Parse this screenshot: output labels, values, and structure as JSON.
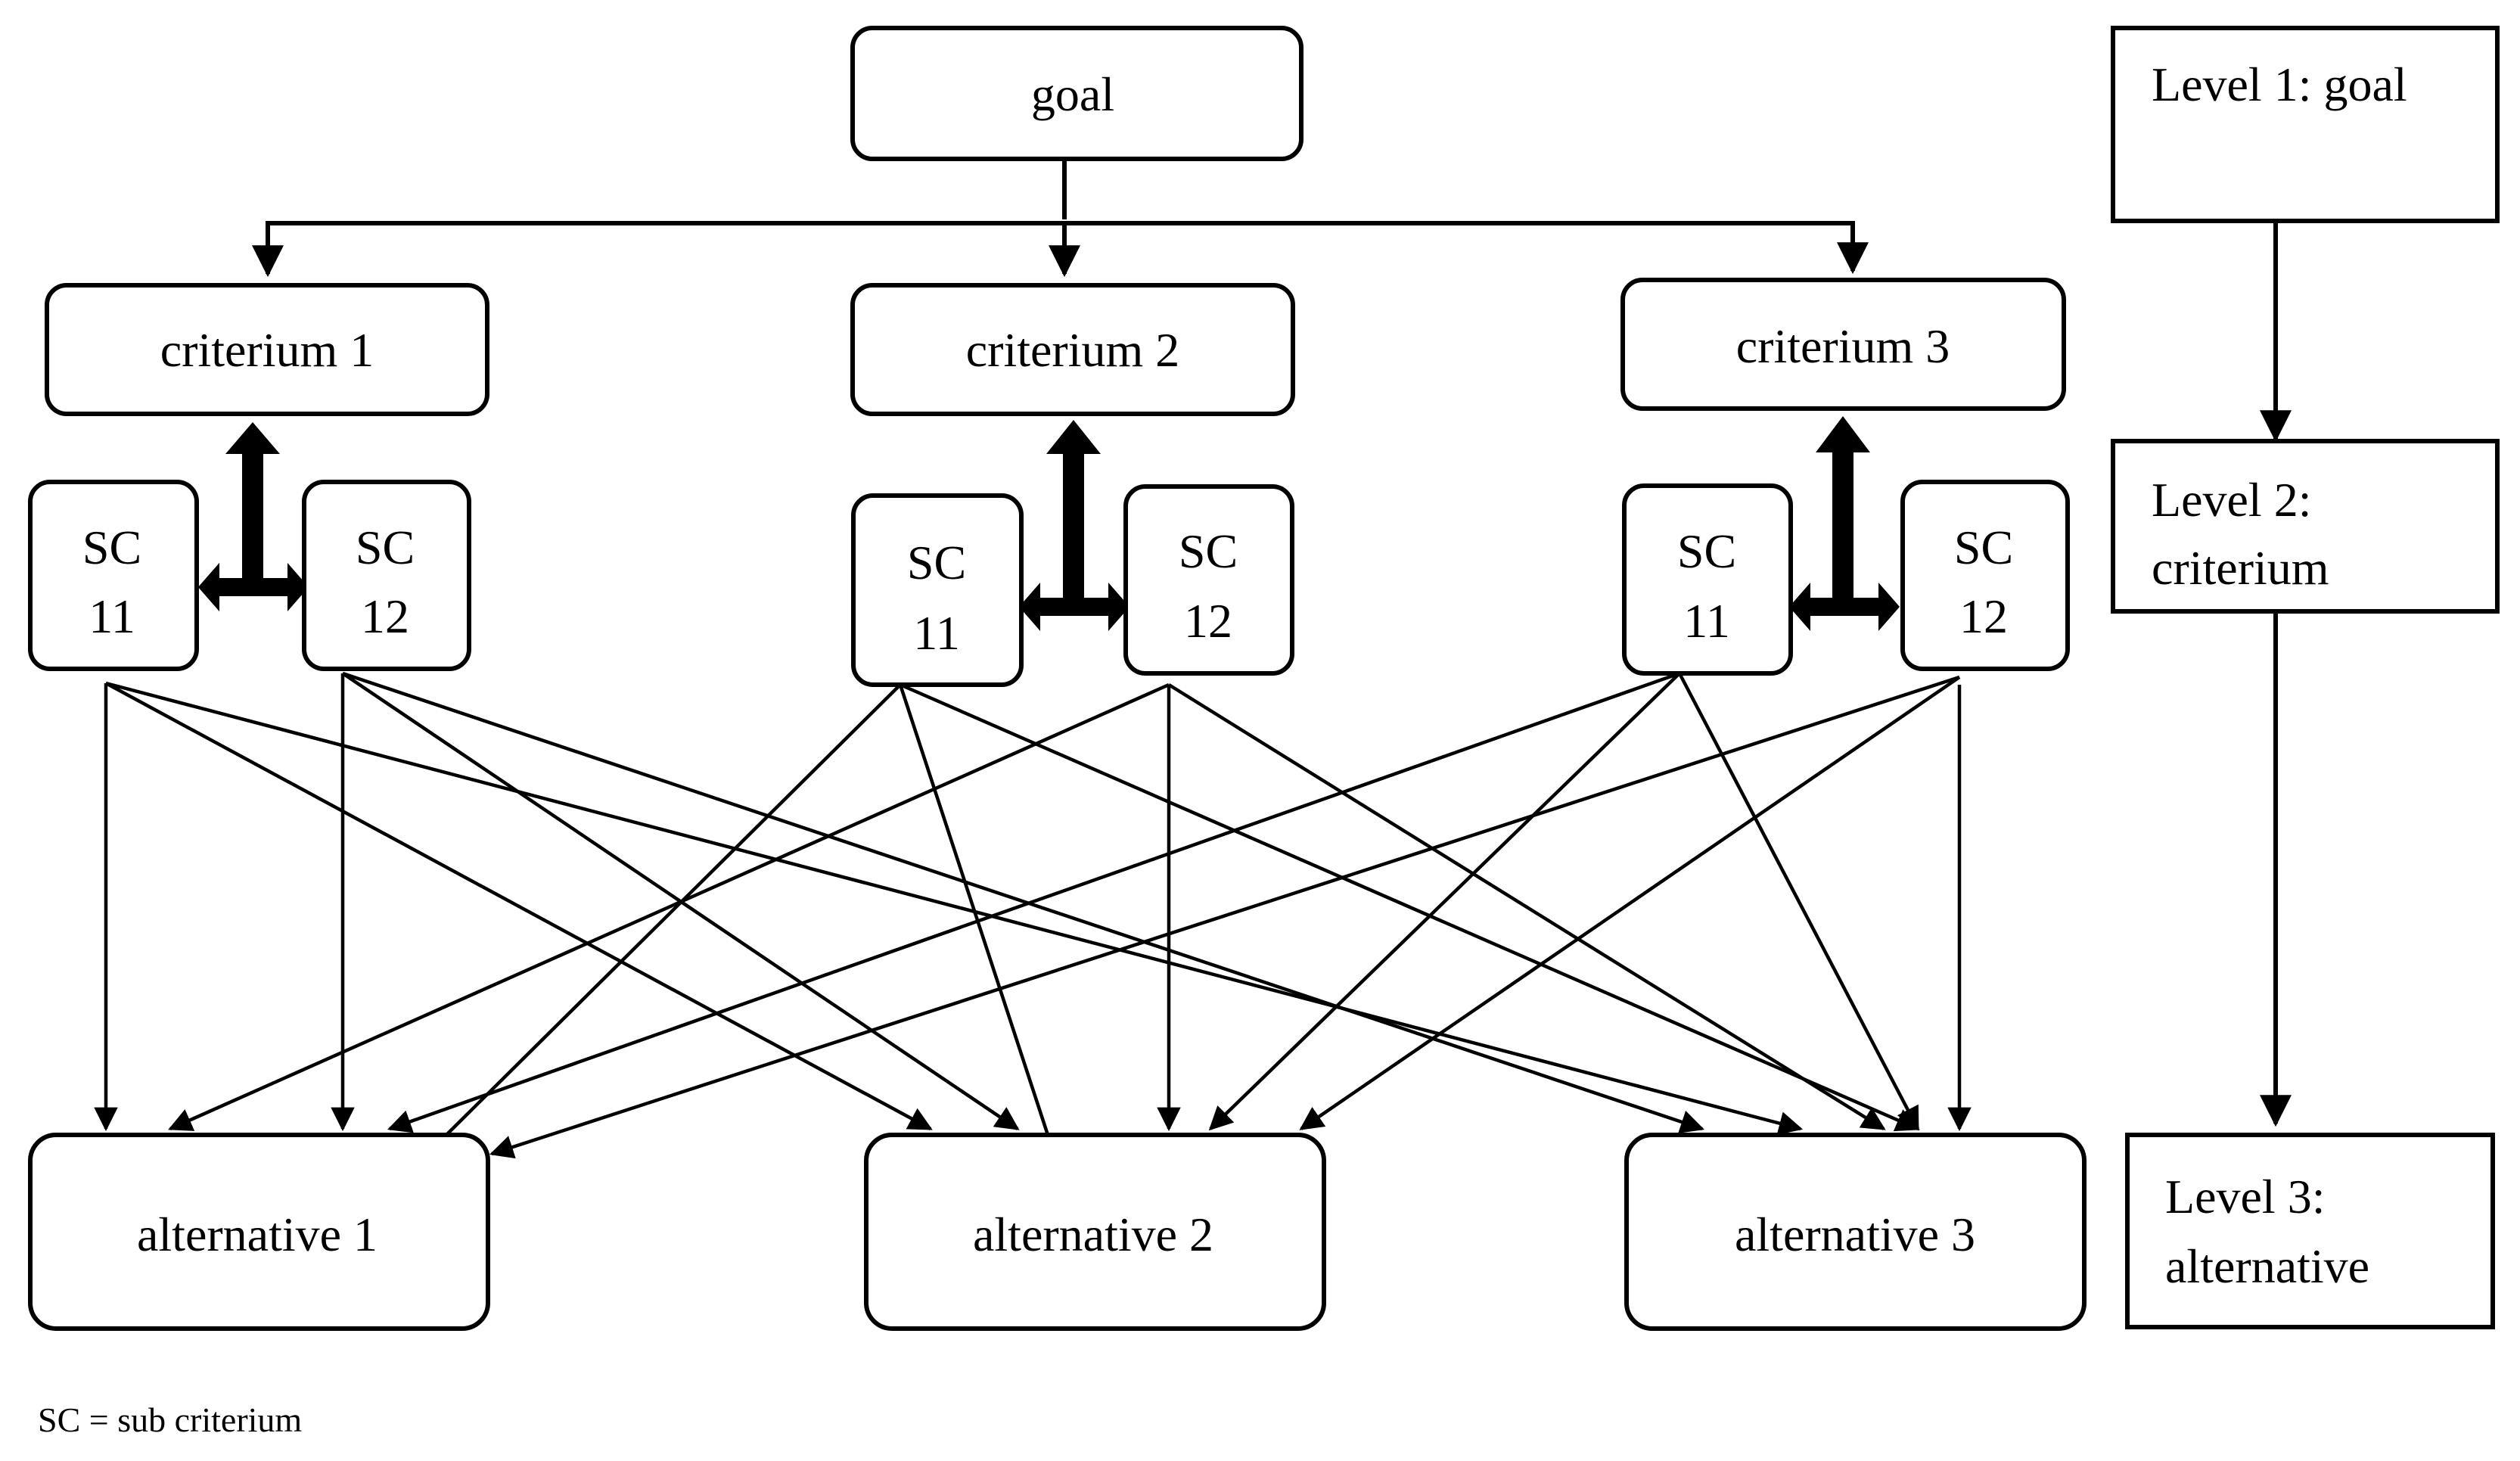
{
  "goal": "goal",
  "criteria": [
    "criterium 1",
    "criterium 2",
    "criterium 3"
  ],
  "sub_criteria": [
    {
      "line1": "SC",
      "line2": "11"
    },
    {
      "line1": "SC",
      "line2": "12"
    },
    {
      "line1": "SC",
      "line2": "11"
    },
    {
      "line1": "SC",
      "line2": "12"
    },
    {
      "line1": "SC",
      "line2": "11"
    },
    {
      "line1": "SC",
      "line2": "12"
    }
  ],
  "alternatives": [
    "alternative 1",
    "alternative 2",
    "alternative 3"
  ],
  "levels": [
    {
      "line1": "Level 1: goal",
      "line2": ""
    },
    {
      "line1": "Level 2:",
      "line2": "criterium"
    },
    {
      "line1": "Level 3:",
      "line2": "alternative"
    }
  ],
  "footnote": "SC = sub criterium"
}
